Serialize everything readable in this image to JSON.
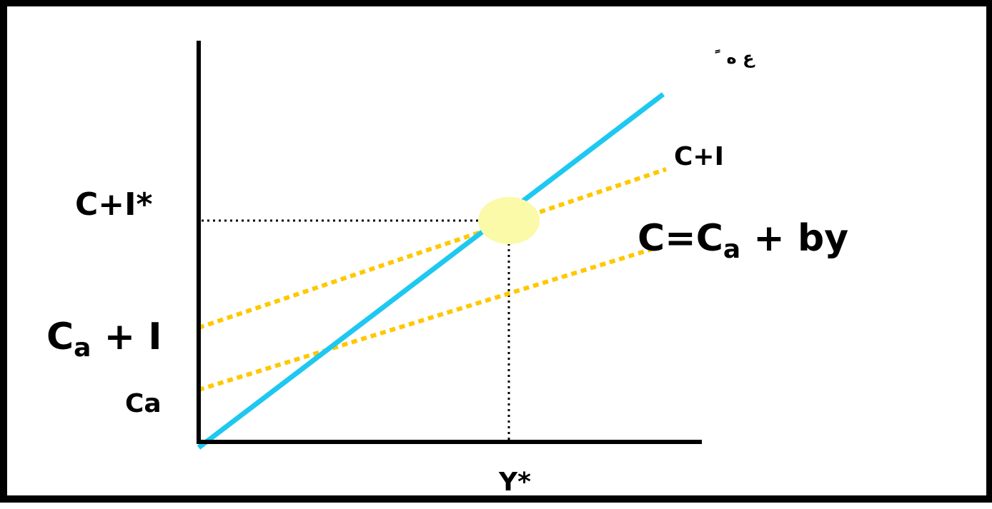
{
  "colors": {
    "frame": "#000000",
    "axes": "#000000",
    "identity_line": "#1ec8f0",
    "spending_lines": "#ffc800",
    "guide_lines": "#000000",
    "equilibrium_point": "#fafaa8"
  },
  "labels": {
    "corner_mark": "ﻉ ﻩ ﹰ",
    "c_plus_i": "C+I",
    "equation_main": "C=C",
    "equation_sub": "a",
    "equation_rest": " + by",
    "c_plus_i_star": "C+I*",
    "ca_plus_i_main": "C",
    "ca_plus_i_sub": "a",
    "ca_plus_i_rest": " + I",
    "ca": "Ca",
    "y_star": "Y*"
  }
}
